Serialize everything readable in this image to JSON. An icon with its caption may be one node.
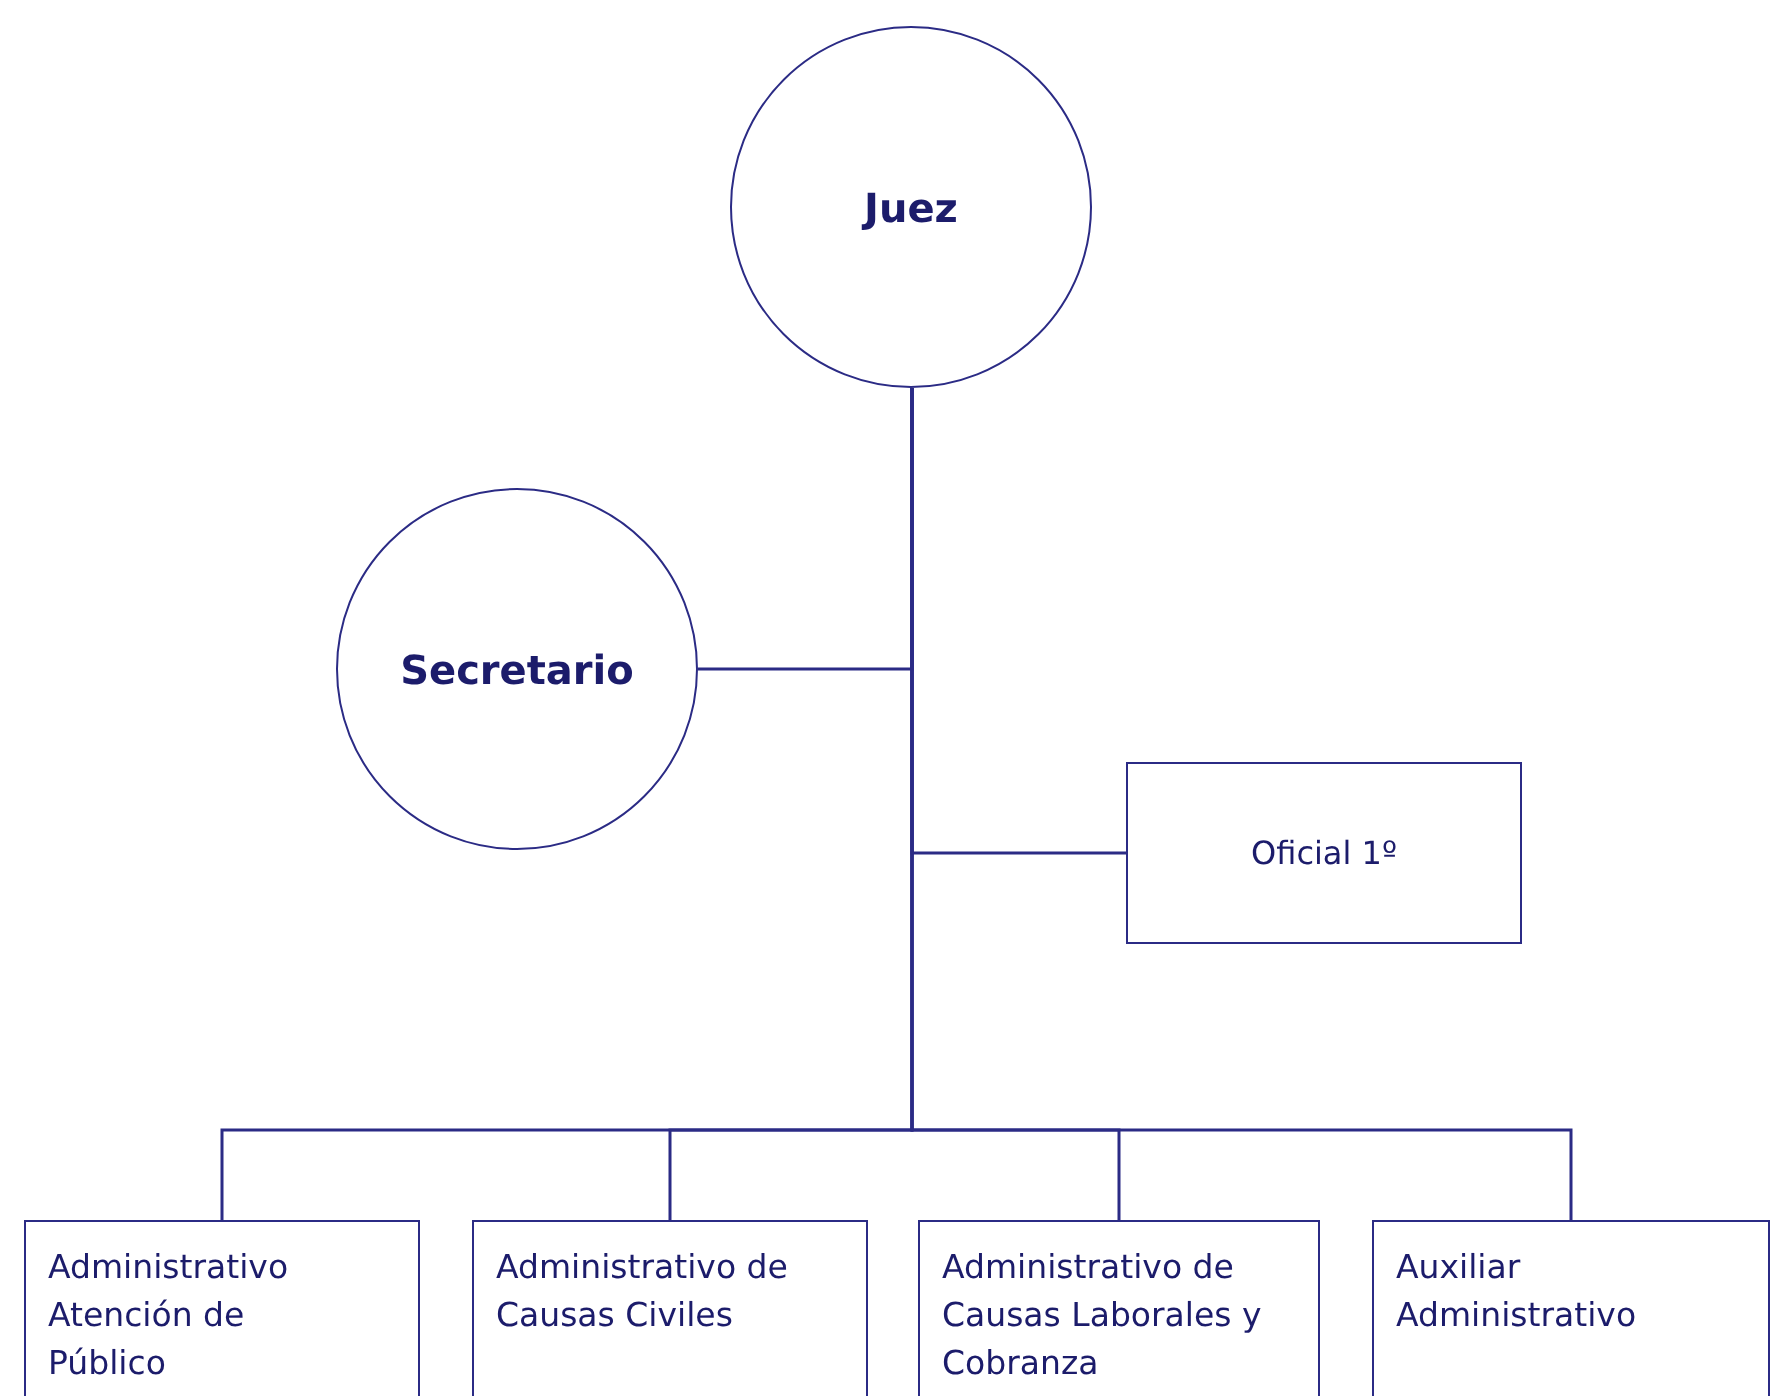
{
  "diagram": {
    "nodes": [
      {
        "text": [
          "Juez"
        ]
      },
      {
        "text": [
          "Secretario"
        ]
      },
      {
        "text": [
          "Oficial 1º"
        ]
      },
      {
        "text": [
          "Administrativo Atención de Público"
        ]
      },
      {
        "text": [
          "Administrativo de Causas Civiles"
        ]
      },
      {
        "text": [
          "Administrativo de Causas Laborales y Cobranza"
        ]
      },
      {
        "text": [
          "Auxiliar Administrativo"
        ]
      }
    ],
    "edges": [
      {
        "from": 0,
        "to": 1,
        "arrow": "none"
      },
      {
        "from": 0,
        "to": 2,
        "arrow": "none"
      },
      {
        "from": 0,
        "to": 3,
        "arrow": "none"
      },
      {
        "from": 0,
        "to": 4,
        "arrow": "none"
      },
      {
        "from": 0,
        "to": 5,
        "arrow": "none"
      },
      {
        "from": 0,
        "to": 6,
        "arrow": "none"
      }
    ]
  }
}
